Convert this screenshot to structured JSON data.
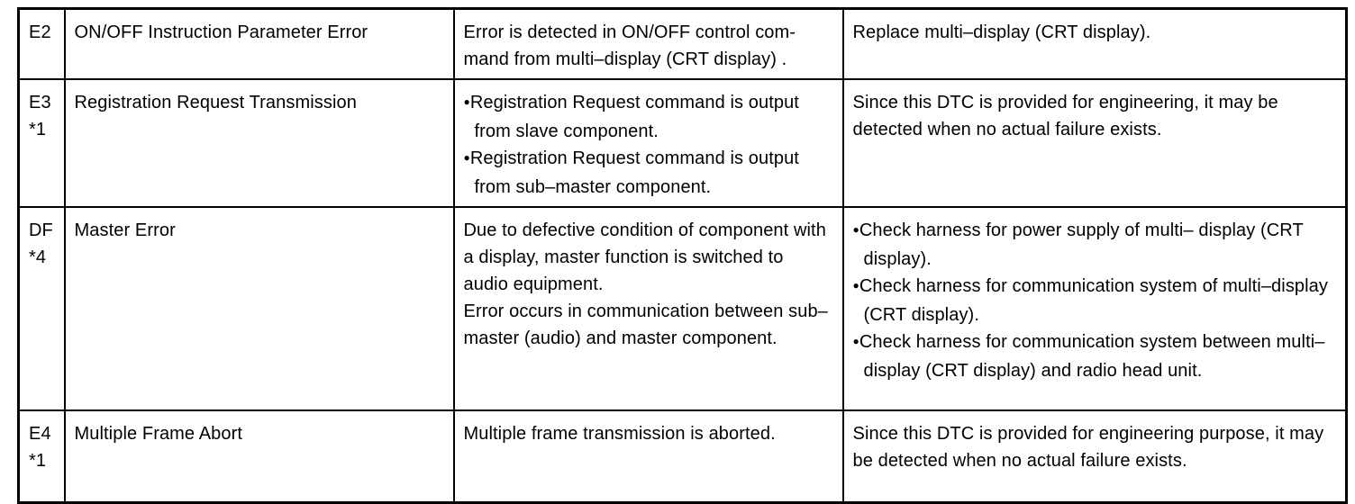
{
  "rows": [
    {
      "code": "E2",
      "note": "",
      "item": "ON/OFF Instruction Parameter Error",
      "condition": {
        "text": [
          "Error is detected in ON/OFF control com- mand from multi–display (CRT display) ."
        ],
        "bullets": []
      },
      "area": {
        "text": [
          "Replace multi–display (CRT display)."
        ],
        "bullets": []
      }
    },
    {
      "code": "E3",
      "note": "*1",
      "item": "Registration Request Transmission",
      "condition": {
        "text": [],
        "bullets": [
          "Registration Request command is output from slave component.",
          "Registration Request command is output from sub–master component."
        ]
      },
      "area": {
        "text": [
          "Since this DTC is provided for engineering, it may be detected when no actual failure exists."
        ],
        "bullets": []
      }
    },
    {
      "code": "DF",
      "note": "*4",
      "item": "Master Error",
      "condition": {
        "text": [
          "Due to defective condition of component with a display, master function is switched to audio equipment.",
          "Error occurs in communication between sub–master (audio) and master component."
        ],
        "bullets": []
      },
      "area": {
        "text": [],
        "bullets": [
          "Check harness for power supply of multi– display (CRT display).",
          "Check harness for communication system of multi–display (CRT display).",
          "Check harness for communication system between multi–display (CRT display) and radio head unit."
        ]
      }
    },
    {
      "code": "E4",
      "note": "*1",
      "item": "Multiple Frame Abort",
      "condition": {
        "text": [
          "Multiple frame transmission is aborted."
        ],
        "bullets": []
      },
      "area": {
        "text": [
          "Since this DTC is provided for engineering purpose, it may be detected when no actual failure exists."
        ],
        "bullets": []
      }
    }
  ]
}
